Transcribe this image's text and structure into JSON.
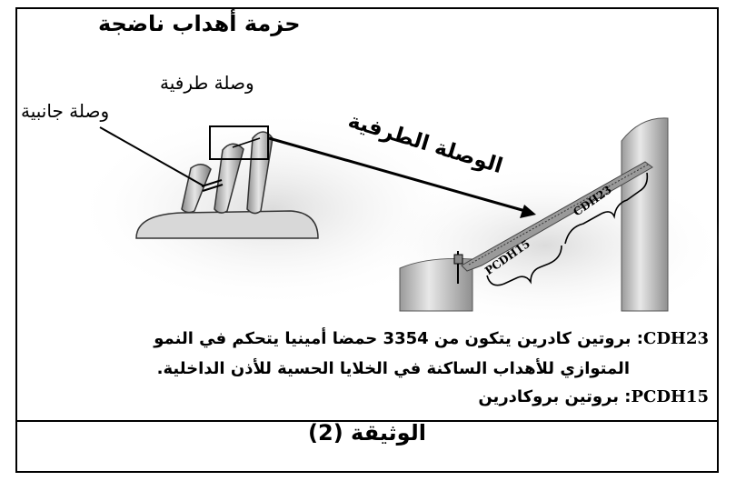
{
  "labels": {
    "title": "حزمة أهداب ناضجة",
    "tip_link": "وصلة طرفية",
    "side_link": "وصلة جانبية",
    "arrow_label": "الوصلة الطرفية",
    "pcdh15": "PCDH15",
    "cdh23": "CDH23"
  },
  "captions": {
    "cdh23_term": "CDH23",
    "cdh23_line1": ": بروتين كادرين يتكون من 3354 حمضا أمينيا يتحكم في النمو",
    "cdh23_line2": "المتوازي للأهداب الساكنة في الخلايا الحسية للأذن الداخلية.",
    "pcdh15_term": "PCDH15",
    "pcdh15_desc": ": بروتين بروكادرين"
  },
  "document_title": "الوثيقة (2)",
  "colors": {
    "stereocilia_fill": "#c9c9c9",
    "base_fill": "#d6d6d6",
    "line": "#000000"
  }
}
